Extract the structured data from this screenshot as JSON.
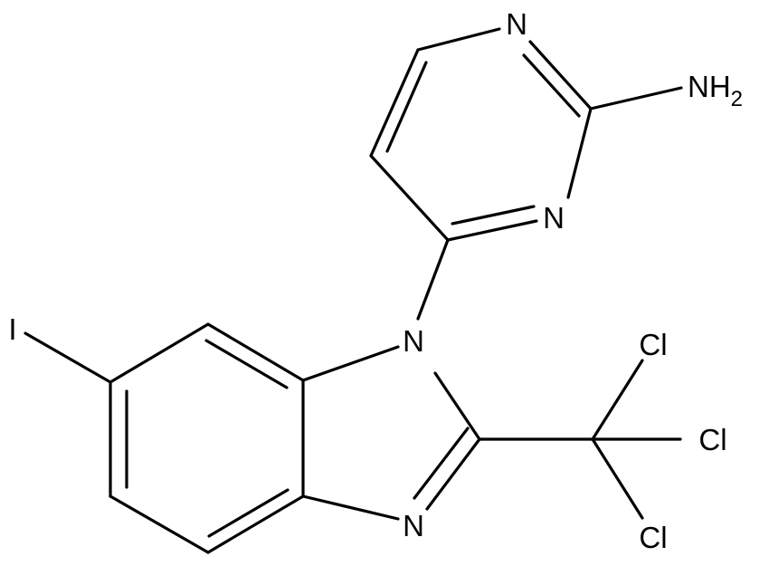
{
  "molecule": {
    "atom_labels": {
      "n_top": "N",
      "nh2_main": "NH",
      "nh2_sub": "2",
      "n_pyr_lower": "N",
      "n1": "N",
      "n3": "N",
      "iodine": "I",
      "cl_top": "Cl",
      "cl_right": "Cl",
      "cl_bottom": "Cl"
    },
    "colors": {
      "line": "#000000",
      "background": "#ffffff"
    }
  }
}
